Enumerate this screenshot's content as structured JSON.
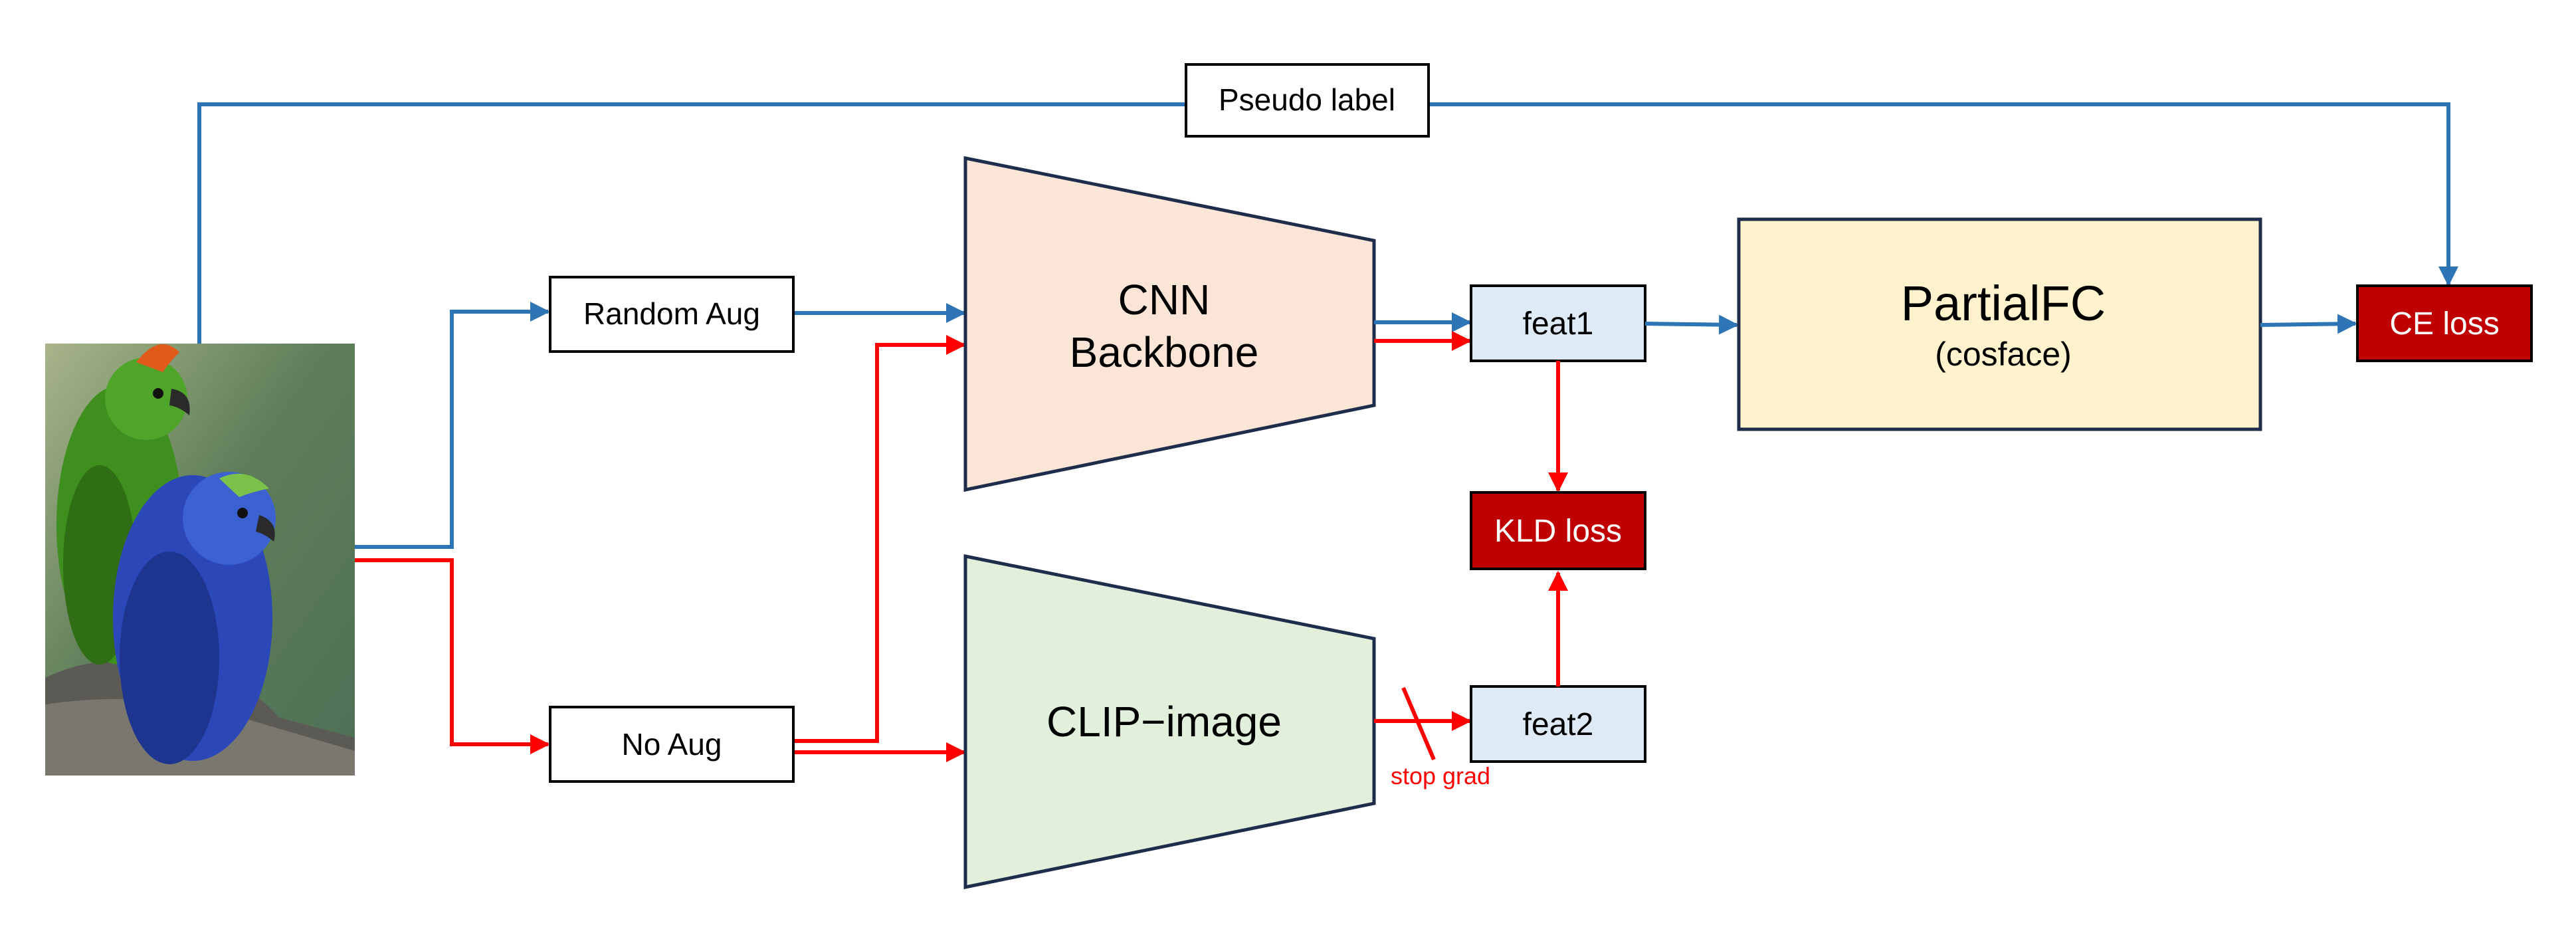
{
  "input_image": {
    "icon": "parrots-photo"
  },
  "nodes": {
    "random_aug": "Random Aug",
    "no_aug": "No Aug",
    "cnn_line1": "CNN",
    "cnn_line2": "Backbone",
    "clip": "CLIP−image",
    "feat1": "feat1",
    "feat2": "feat2",
    "kld_loss": "KLD loss",
    "partialfc_title": "PartialFC",
    "partialfc_sub": "(cosface)",
    "ce_loss": "CE loss",
    "pseudo_label": "Pseudo label",
    "stop_grad": "stop grad"
  },
  "colors": {
    "blue_path": "#2e75b6",
    "red_path": "#ff0000",
    "cnn_fill": "#fbe5d6",
    "clip_fill": "#e2efda",
    "feat_fill": "#deebf7",
    "partialfc_fill": "#fff2cc",
    "loss_fill": "#c00000",
    "border": "#1f2d4d"
  }
}
